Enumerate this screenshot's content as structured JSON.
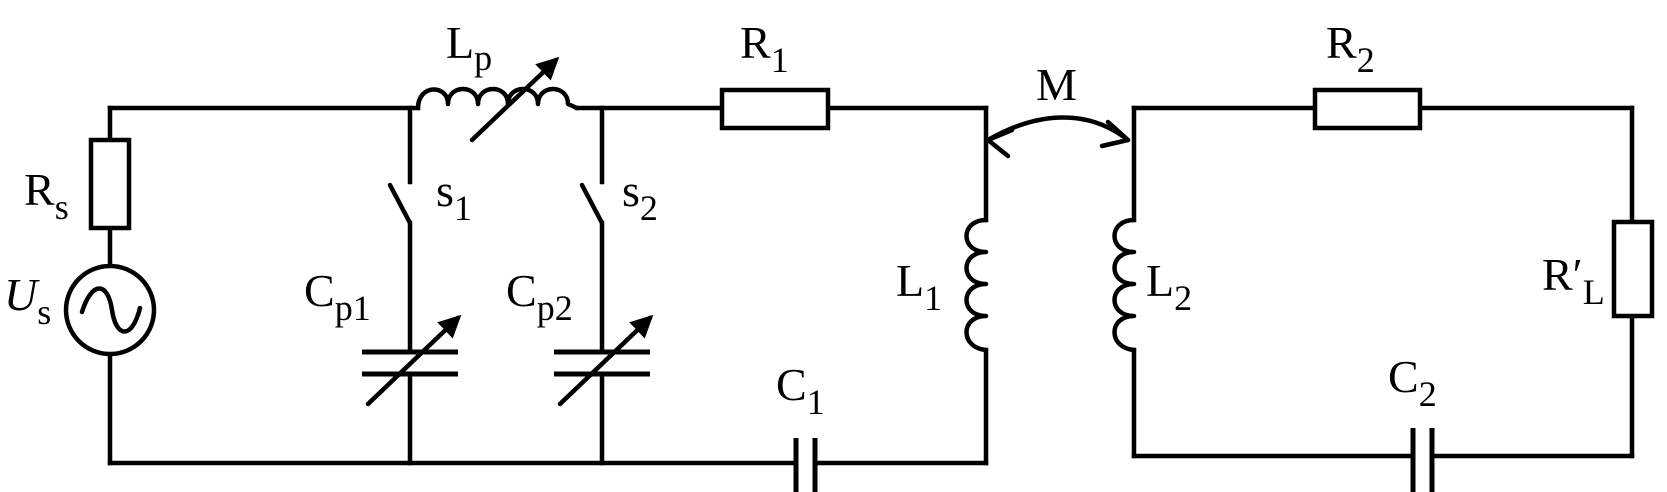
{
  "diagram": {
    "labels": {
      "Rs": {
        "main": "R",
        "sub": "s"
      },
      "Us": {
        "main": "U",
        "sub": "s"
      },
      "Lp": {
        "main": "L",
        "sub": "p"
      },
      "R1": {
        "main": "R",
        "sub": "1"
      },
      "s1": {
        "main": "s",
        "sub": "1"
      },
      "s2": {
        "main": "s",
        "sub": "2"
      },
      "Cp1": {
        "main": "C",
        "sub": "p1"
      },
      "Cp2": {
        "main": "C",
        "sub": "p2"
      },
      "L1": {
        "main": "L",
        "sub": "1"
      },
      "C1": {
        "main": "C",
        "sub": "1"
      },
      "M": {
        "main": "M"
      },
      "R2": {
        "main": "R",
        "sub": "2"
      },
      "L2": {
        "main": "L",
        "sub": "2"
      },
      "RL": {
        "main": "R′",
        "sub": "L"
      },
      "C2": {
        "main": "C",
        "sub": "2"
      }
    }
  }
}
